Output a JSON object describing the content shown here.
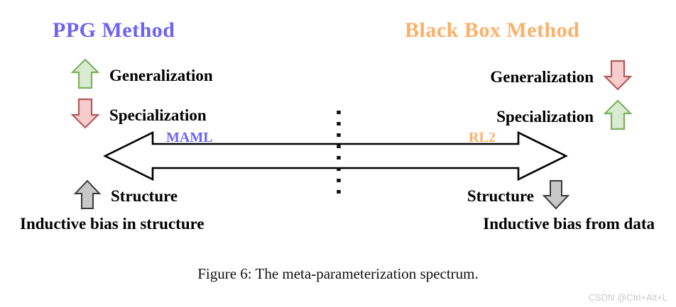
{
  "figure": {
    "caption": "Figure 6: The meta-parameterization spectrum.",
    "watermark": "CSDN @Ctrl+Alt+L"
  },
  "colors": {
    "ppg_purple": "#6e62f5",
    "blackbox_orange": "#fcb069",
    "arrow_up_fill": "#d9ecd1",
    "arrow_up_stroke": "#7cb05f",
    "arrow_down_fill": "#f7cccc",
    "arrow_down_stroke": "#b35a5a",
    "arrow_gray_fill": "#c8c8c8",
    "arrow_gray_stroke": "#3a3a3a",
    "spectrum_stroke": "#000000",
    "watermark_gray": "#c9c9c9"
  },
  "left_column": {
    "title": "PPG Method",
    "generalization": {
      "label": "Generalization",
      "direction": "up",
      "icon": "arrow-up-icon"
    },
    "specialization": {
      "label": "Specialization",
      "direction": "down",
      "icon": "arrow-down-icon"
    },
    "structure": {
      "label": "Structure",
      "direction": "up",
      "icon": "arrow-up-icon"
    },
    "bias_caption": "Inductive bias in structure",
    "spectrum_tag": "MAML"
  },
  "right_column": {
    "title": "Black Box Method",
    "generalization": {
      "label": "Generalization",
      "direction": "down",
      "icon": "arrow-down-icon"
    },
    "specialization": {
      "label": "Specialization",
      "direction": "up",
      "icon": "arrow-up-icon"
    },
    "structure": {
      "label": "Structure",
      "direction": "down",
      "icon": "arrow-down-icon"
    },
    "bias_caption": "Inductive bias from data",
    "spectrum_tag": "RL2"
  },
  "spectrum": {
    "icon": "double-headed-arrow-icon",
    "divider_icon": "vertical-dotted-line-icon"
  }
}
